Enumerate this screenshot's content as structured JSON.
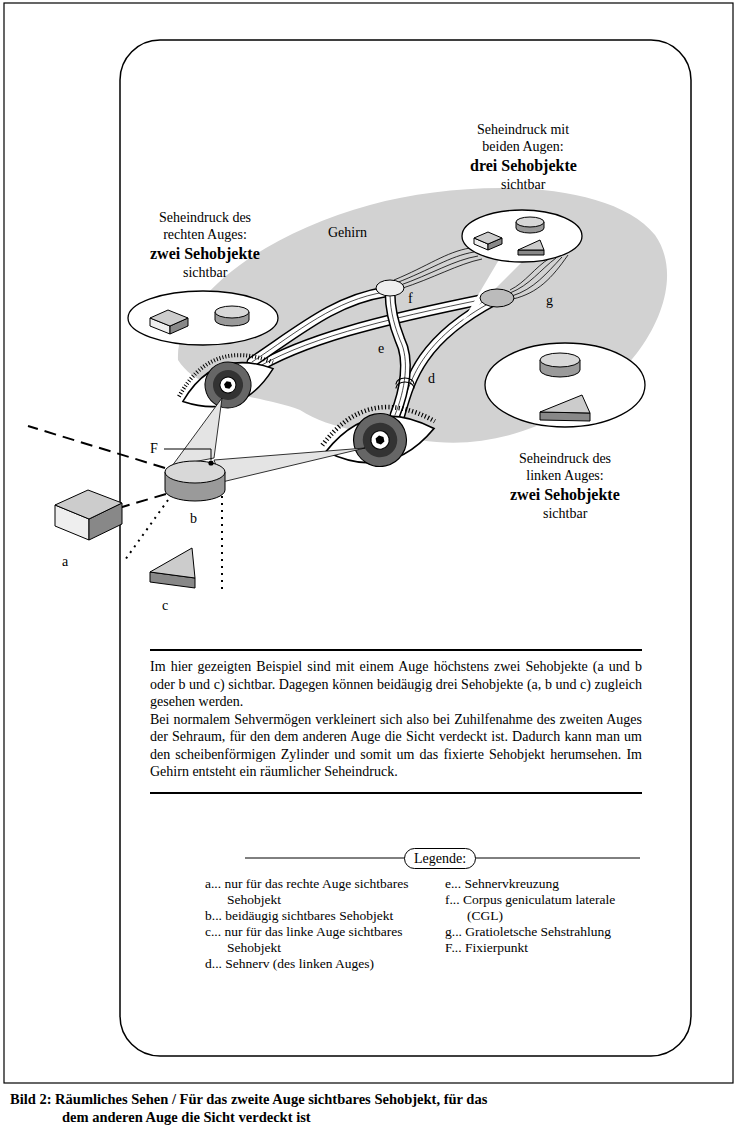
{
  "diagram": {
    "caption": "Bild 2: Räumliches Sehen / Für das zweite Auge sichtbares Sehobjekt, für das dem anderen Auge die Sicht verdeckt ist",
    "nodes": [
      {
        "text": [
          "Legende:"
        ]
      }
    ],
    "labels": [
      "Seheindruck mit beiden Augen:",
      "drei Sehobjekte",
      "sichtbar",
      "Seheindruck des rechten Auges:",
      "zwei Sehobjekte",
      "sichtbar",
      "Gehirn",
      "f",
      "g",
      "e",
      "d",
      "Seheindruck des linken Auges:",
      "zwei Sehobjekte",
      "sichtbar",
      "F",
      "a",
      "b",
      "c",
      "Im hier gezeigten Beispiel sind mit einem Auge höchstens zwei Sehobjekte (a und b oder b und c) sichtbar. Dagegen können beidäugig drei Sehobjekte (a, b und c) zugleich gesehen werden.",
      "Bei normalem Sehvermögen verkleinert sich also bei Zuhilfenahme des zweiten Auges der Sehraum, für den dem anderen Auge die Sicht verdeckt ist. Dadurch kann man um den scheibenförmigen Zylinder und somit um das fixierte Sehobjekt herumsehen. Im Gehirn entsteht ein räumlicher Seheindruck."
    ],
    "legend": [
      {
        "text": "a... nur für das rechte Auge sichtbares Sehobjekt"
      },
      {
        "text": "b... beidäugig sichtbares Sehobjekt"
      },
      {
        "text": "c... nur für das linke Auge sichtbares Sehobjekt"
      },
      {
        "text": "d... Sehnerv (des linken Auges)"
      },
      {
        "text": "e... Sehnervkreuzung"
      },
      {
        "text": "f... Corpus geniculatum laterale (CGL)"
      },
      {
        "text": "g... Gratioletsche Sehstrahlung"
      },
      {
        "text": "F... Fixierpunkt"
      }
    ]
  }
}
